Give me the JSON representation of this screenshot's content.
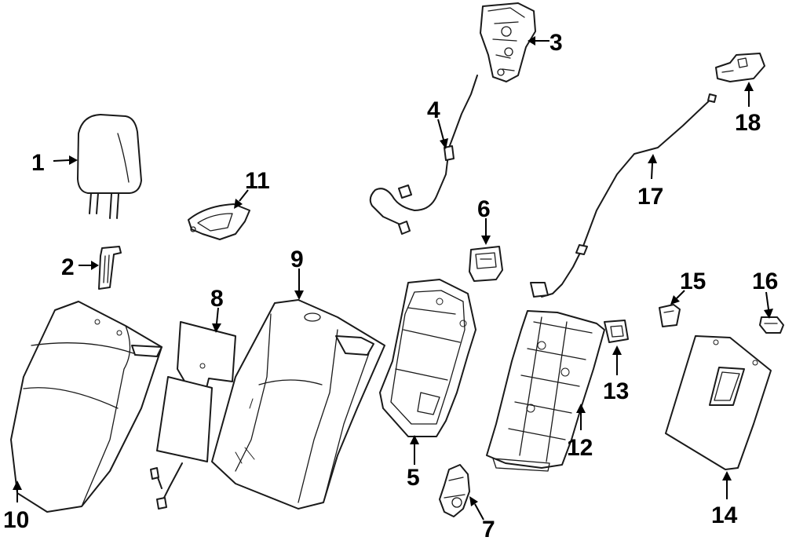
{
  "callouts": {
    "c1": "1",
    "c2": "2",
    "c3": "3",
    "c4": "4",
    "c5": "5",
    "c6": "6",
    "c7": "7",
    "c8": "8",
    "c9": "9",
    "c10": "10",
    "c11": "11",
    "c12": "12",
    "c13": "13",
    "c14": "14",
    "c15": "15",
    "c16": "16",
    "c17": "17",
    "c18": "18"
  },
  "colors": {
    "line": "#1a1a1a",
    "background": "#ffffff"
  }
}
